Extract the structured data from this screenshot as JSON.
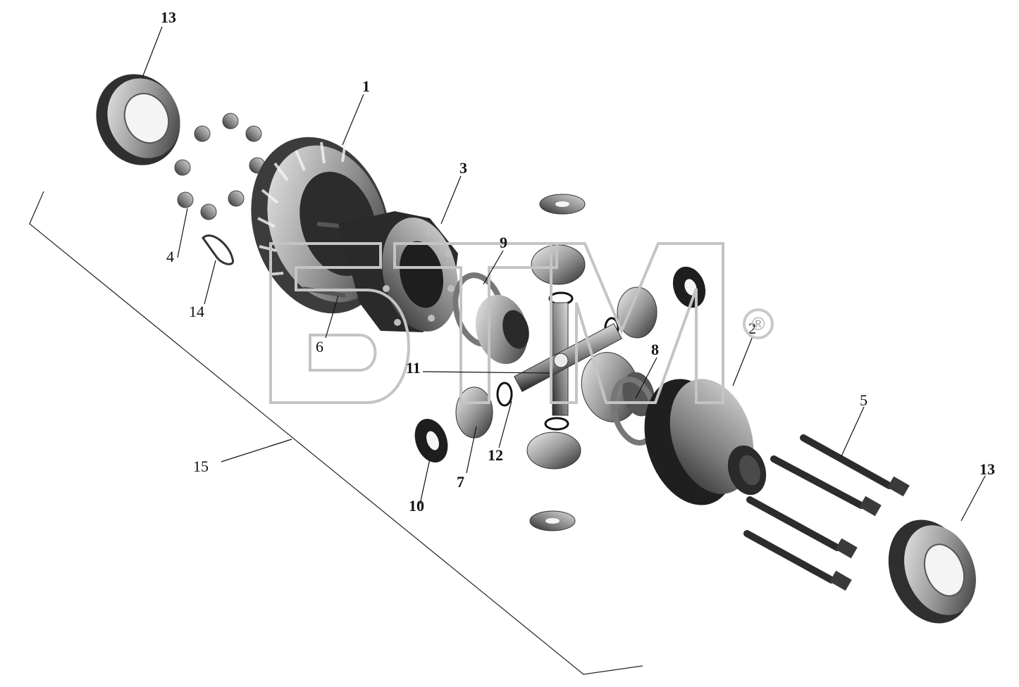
{
  "watermark": {
    "letters": "ВТМ",
    "trademark_symbol": "®"
  },
  "callouts": [
    {
      "id": "13",
      "label": "13"
    },
    {
      "id": "1",
      "label": "1"
    },
    {
      "id": "3",
      "label": "3"
    },
    {
      "id": "9",
      "label": "9"
    },
    {
      "id": "4",
      "label": "4"
    },
    {
      "id": "14",
      "label": "14"
    },
    {
      "id": "6",
      "label": "6"
    },
    {
      "id": "2",
      "label": "2"
    },
    {
      "id": "8",
      "label": "8"
    },
    {
      "id": "11",
      "label": "11"
    },
    {
      "id": "5",
      "label": "5"
    },
    {
      "id": "13b",
      "label": "13"
    },
    {
      "id": "15",
      "label": "15"
    },
    {
      "id": "12",
      "label": "12"
    },
    {
      "id": "7",
      "label": "7"
    },
    {
      "id": "10",
      "label": "10"
    }
  ],
  "colors": {
    "part_dark": "#3a3a3a",
    "part_mid": "#8a8a8a",
    "part_light": "#d8d8d8",
    "watermark": "#c4c4c4",
    "leader": "#111111"
  }
}
